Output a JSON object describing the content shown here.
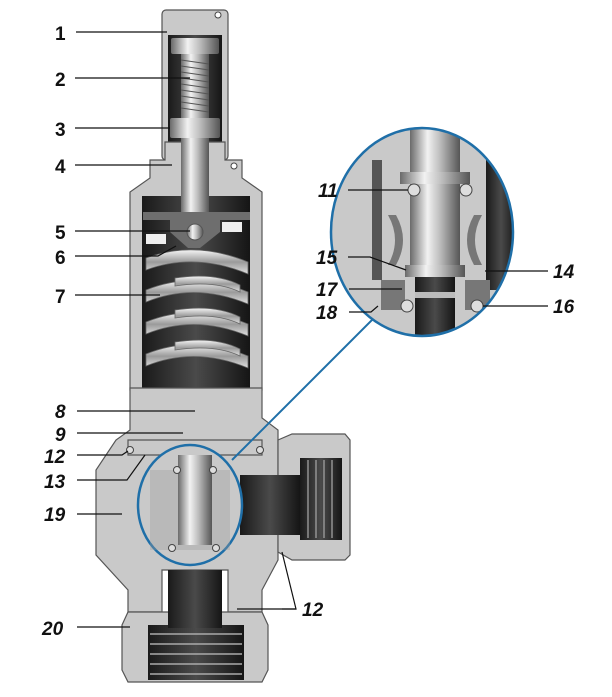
{
  "diagram": {
    "title": "Safety relief valve cross-section",
    "callouts_left": [
      {
        "id": "1",
        "text": "1"
      },
      {
        "id": "2",
        "text": "2"
      },
      {
        "id": "3",
        "text": "3"
      },
      {
        "id": "4",
        "text": "4"
      },
      {
        "id": "5",
        "text": "5"
      },
      {
        "id": "6",
        "text": "6"
      },
      {
        "id": "7",
        "text": "7"
      },
      {
        "id": "8",
        "text": "8"
      },
      {
        "id": "9",
        "text": "9"
      },
      {
        "id": "12",
        "text": "12"
      },
      {
        "id": "13",
        "text": "13"
      },
      {
        "id": "19",
        "text": "19"
      },
      {
        "id": "20",
        "text": "20"
      }
    ],
    "callouts_detail": [
      {
        "id": "11",
        "text": "11"
      },
      {
        "id": "15",
        "text": "15"
      },
      {
        "id": "17",
        "text": "17"
      },
      {
        "id": "18",
        "text": "18"
      },
      {
        "id": "14",
        "text": "14"
      },
      {
        "id": "16",
        "text": "16"
      }
    ],
    "callout_bottom_right": {
      "id": "12b",
      "text": "12"
    },
    "colors": {
      "detail_outline": "#1f6fa8",
      "body": "#c9c9c9",
      "cavity": "#2a2a2a",
      "leader": "#111111"
    }
  }
}
